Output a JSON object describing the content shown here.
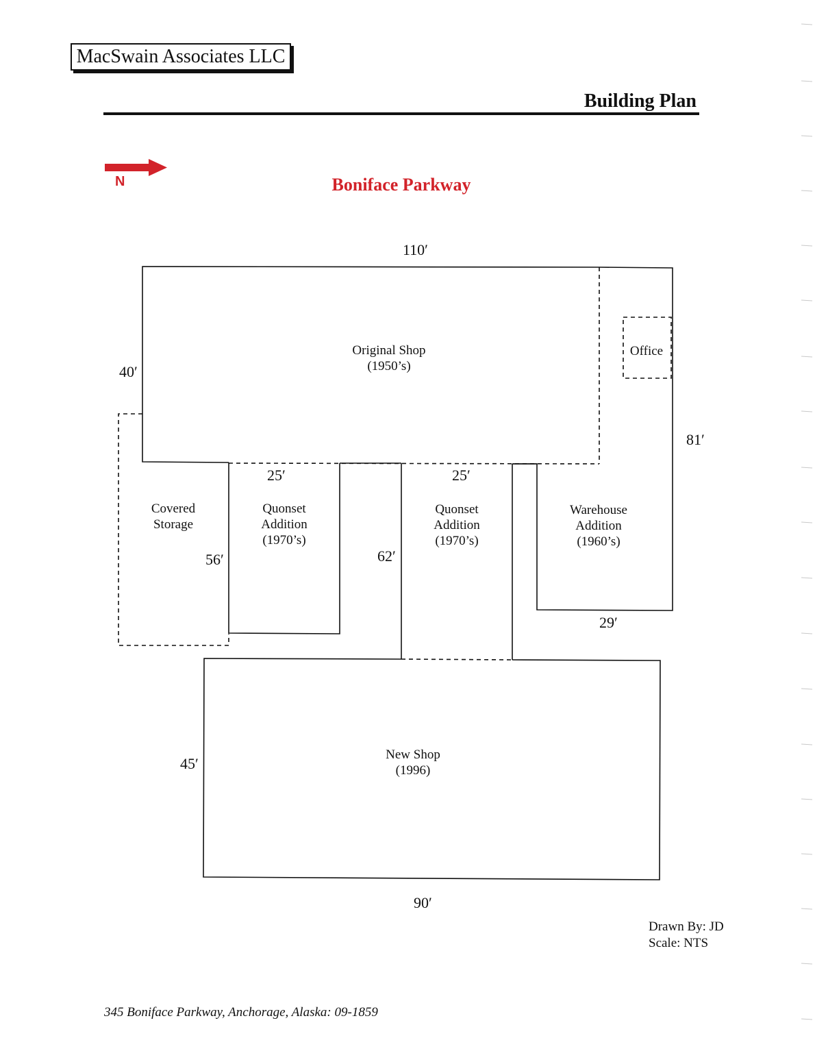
{
  "header": {
    "company": "MacSwain Associates LLC",
    "document_title": "Building Plan"
  },
  "compass": {
    "label": "N"
  },
  "street": "Boniface Parkway",
  "rooms": {
    "original_shop": {
      "name": "Original Shop",
      "era": "(1950’s)"
    },
    "office": {
      "name": "Office"
    },
    "covered_storage": {
      "line1": "Covered",
      "line2": "Storage"
    },
    "quonset_west": {
      "line1": "Quonset",
      "line2": "Addition",
      "line3": "(1970’s)"
    },
    "quonset_east": {
      "line1": "Quonset",
      "line2": "Addition",
      "line3": "(1970’s)"
    },
    "warehouse": {
      "line1": "Warehouse",
      "line2": "Addition",
      "line3": "(1960’s)"
    },
    "new_shop": {
      "name": "New Shop",
      "era": "(1996)"
    }
  },
  "dimensions": {
    "top_width": "110′",
    "original_height": "40′",
    "east_total": "81′",
    "quonset_west_width": "25′",
    "quonset_east_width": "25′",
    "quonset_west_length": "56′",
    "connector_length": "62′",
    "warehouse_width": "29′",
    "new_shop_height": "45′",
    "new_shop_width": "90′"
  },
  "footer": {
    "drawn_by": "Drawn By: JD",
    "scale": "Scale: NTS",
    "address": "345 Boniface Parkway, Anchorage, Alaska: 09-1859"
  },
  "colors": {
    "accent_red": "#d2232a",
    "line": "#111111"
  }
}
